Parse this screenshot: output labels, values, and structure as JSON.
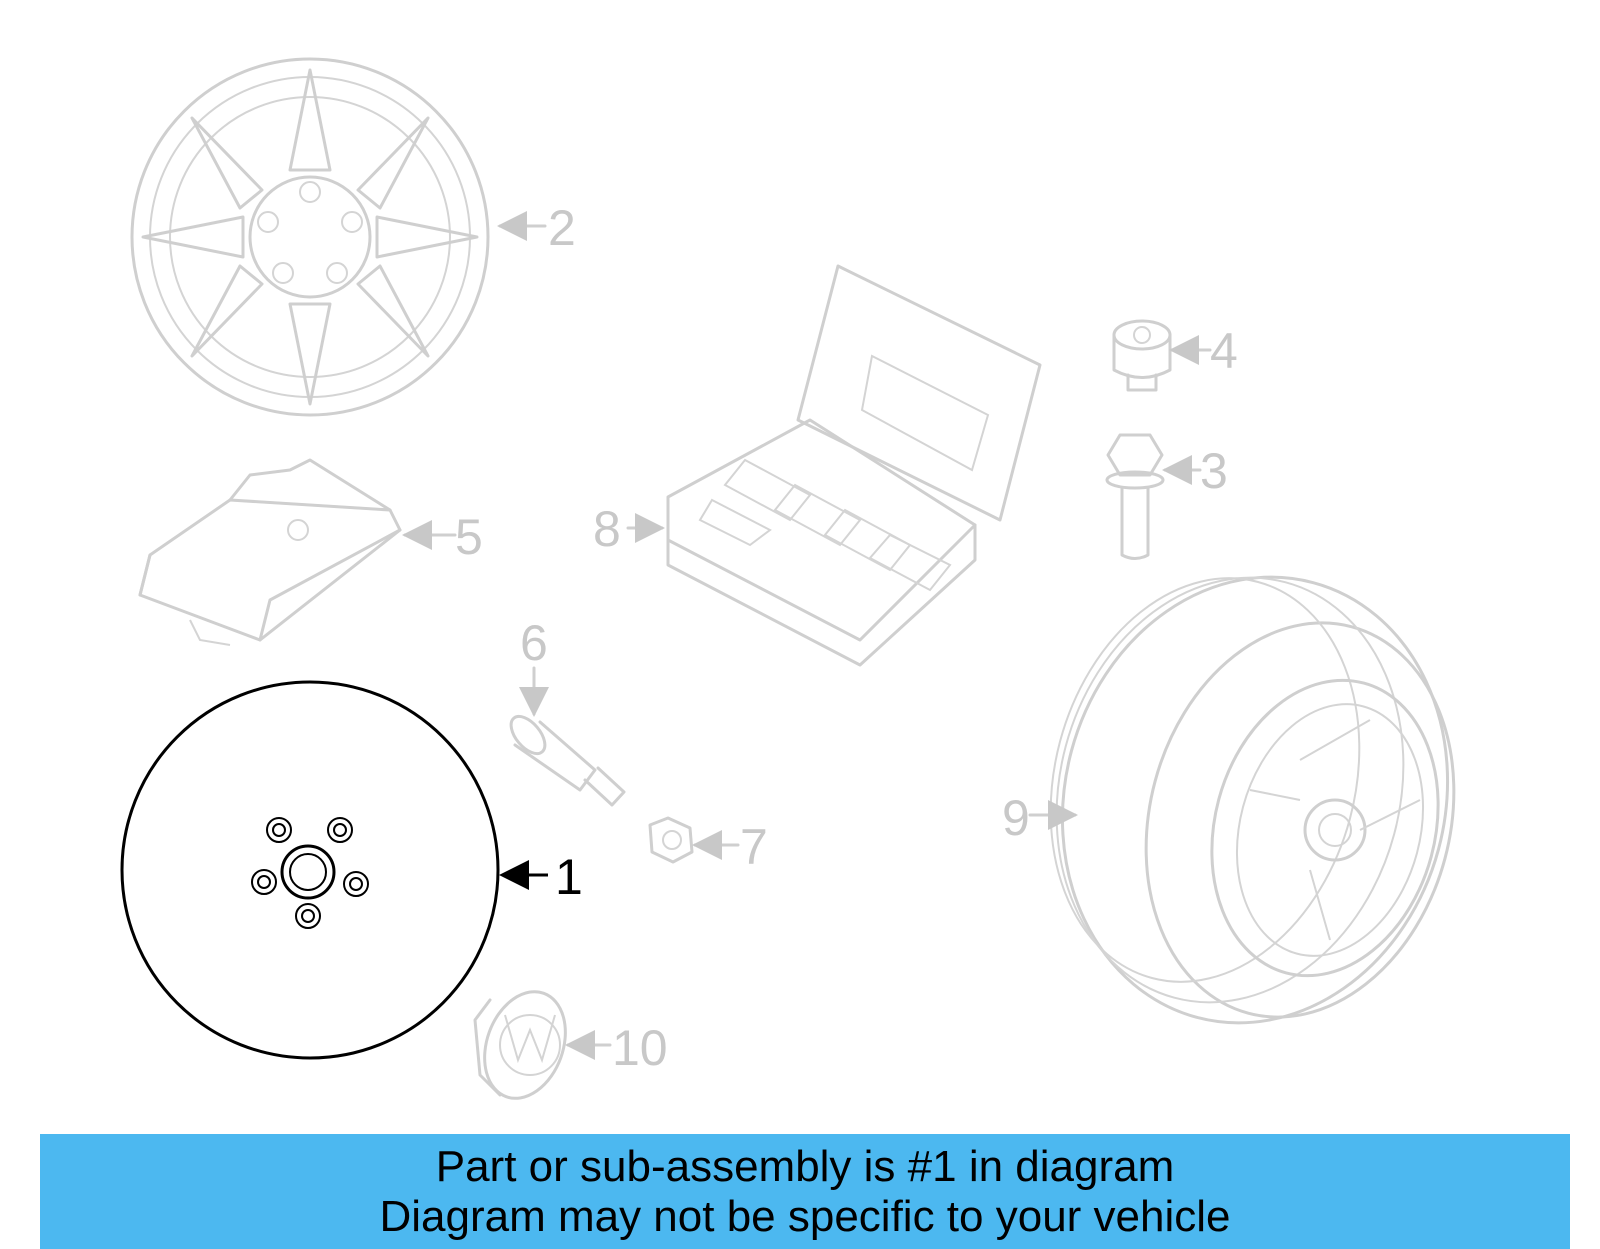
{
  "callouts": {
    "c1": "1",
    "c2": "2",
    "c3": "3",
    "c4": "4",
    "c5": "5",
    "c6": "6",
    "c7": "7",
    "c8": "8",
    "c9": "9",
    "c10": "10"
  },
  "highlighted_part": "1",
  "banner": {
    "line1": "Part or sub-assembly is #1 in diagram",
    "line2": "Diagram may not be specific to your vehicle"
  },
  "colors": {
    "active": "#000000",
    "inactive": "#c8c8c8",
    "banner": "#4cb8f0"
  }
}
